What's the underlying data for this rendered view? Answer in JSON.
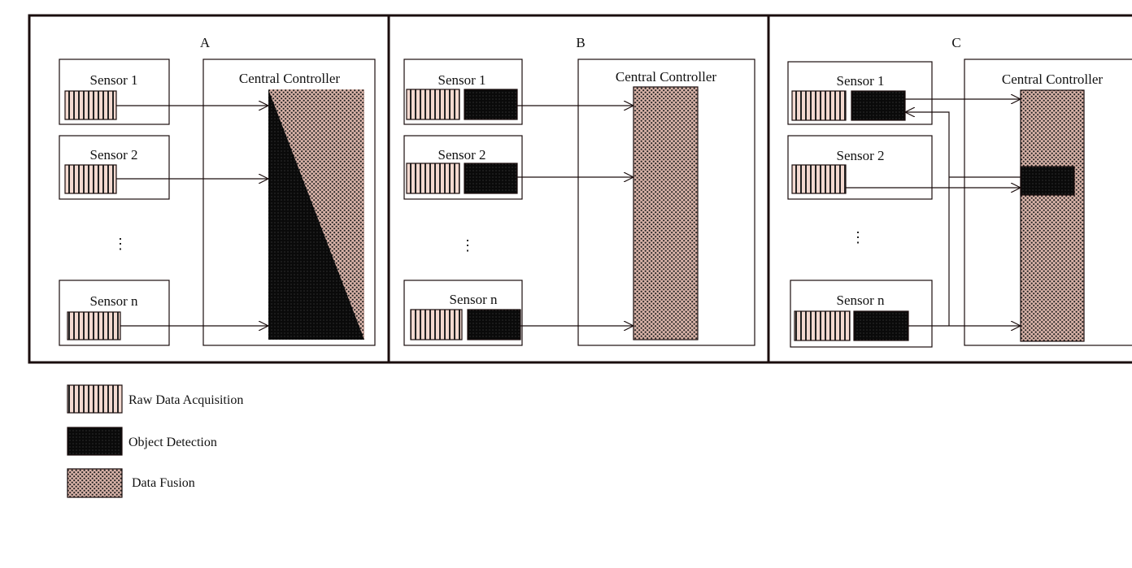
{
  "panels": [
    {
      "label": "A",
      "controller": "Central Controller",
      "sensors": [
        "Sensor 1",
        "Sensor 2",
        "Sensor n"
      ],
      "ellipsis": "⋮"
    },
    {
      "label": "B",
      "controller": "Central Controller",
      "sensors": [
        "Sensor 1",
        "Sensor 2",
        "Sensor n"
      ],
      "ellipsis": "⋮"
    },
    {
      "label": "C",
      "controller": "Central Controller",
      "sensors": [
        "Sensor 1",
        "Sensor 2",
        "Sensor n"
      ],
      "ellipsis": "⋮"
    }
  ],
  "legend": [
    {
      "pattern": "vertical-stripes",
      "label": "Raw Data Acquisition"
    },
    {
      "pattern": "black-dots",
      "label": "Object Detection"
    },
    {
      "pattern": "speckle",
      "label": "Data Fusion"
    }
  ],
  "colors": {
    "line": "#1a0d0d",
    "stripe_bg": "#f3d9d0",
    "fusion_bg": "#d9b3a8"
  }
}
